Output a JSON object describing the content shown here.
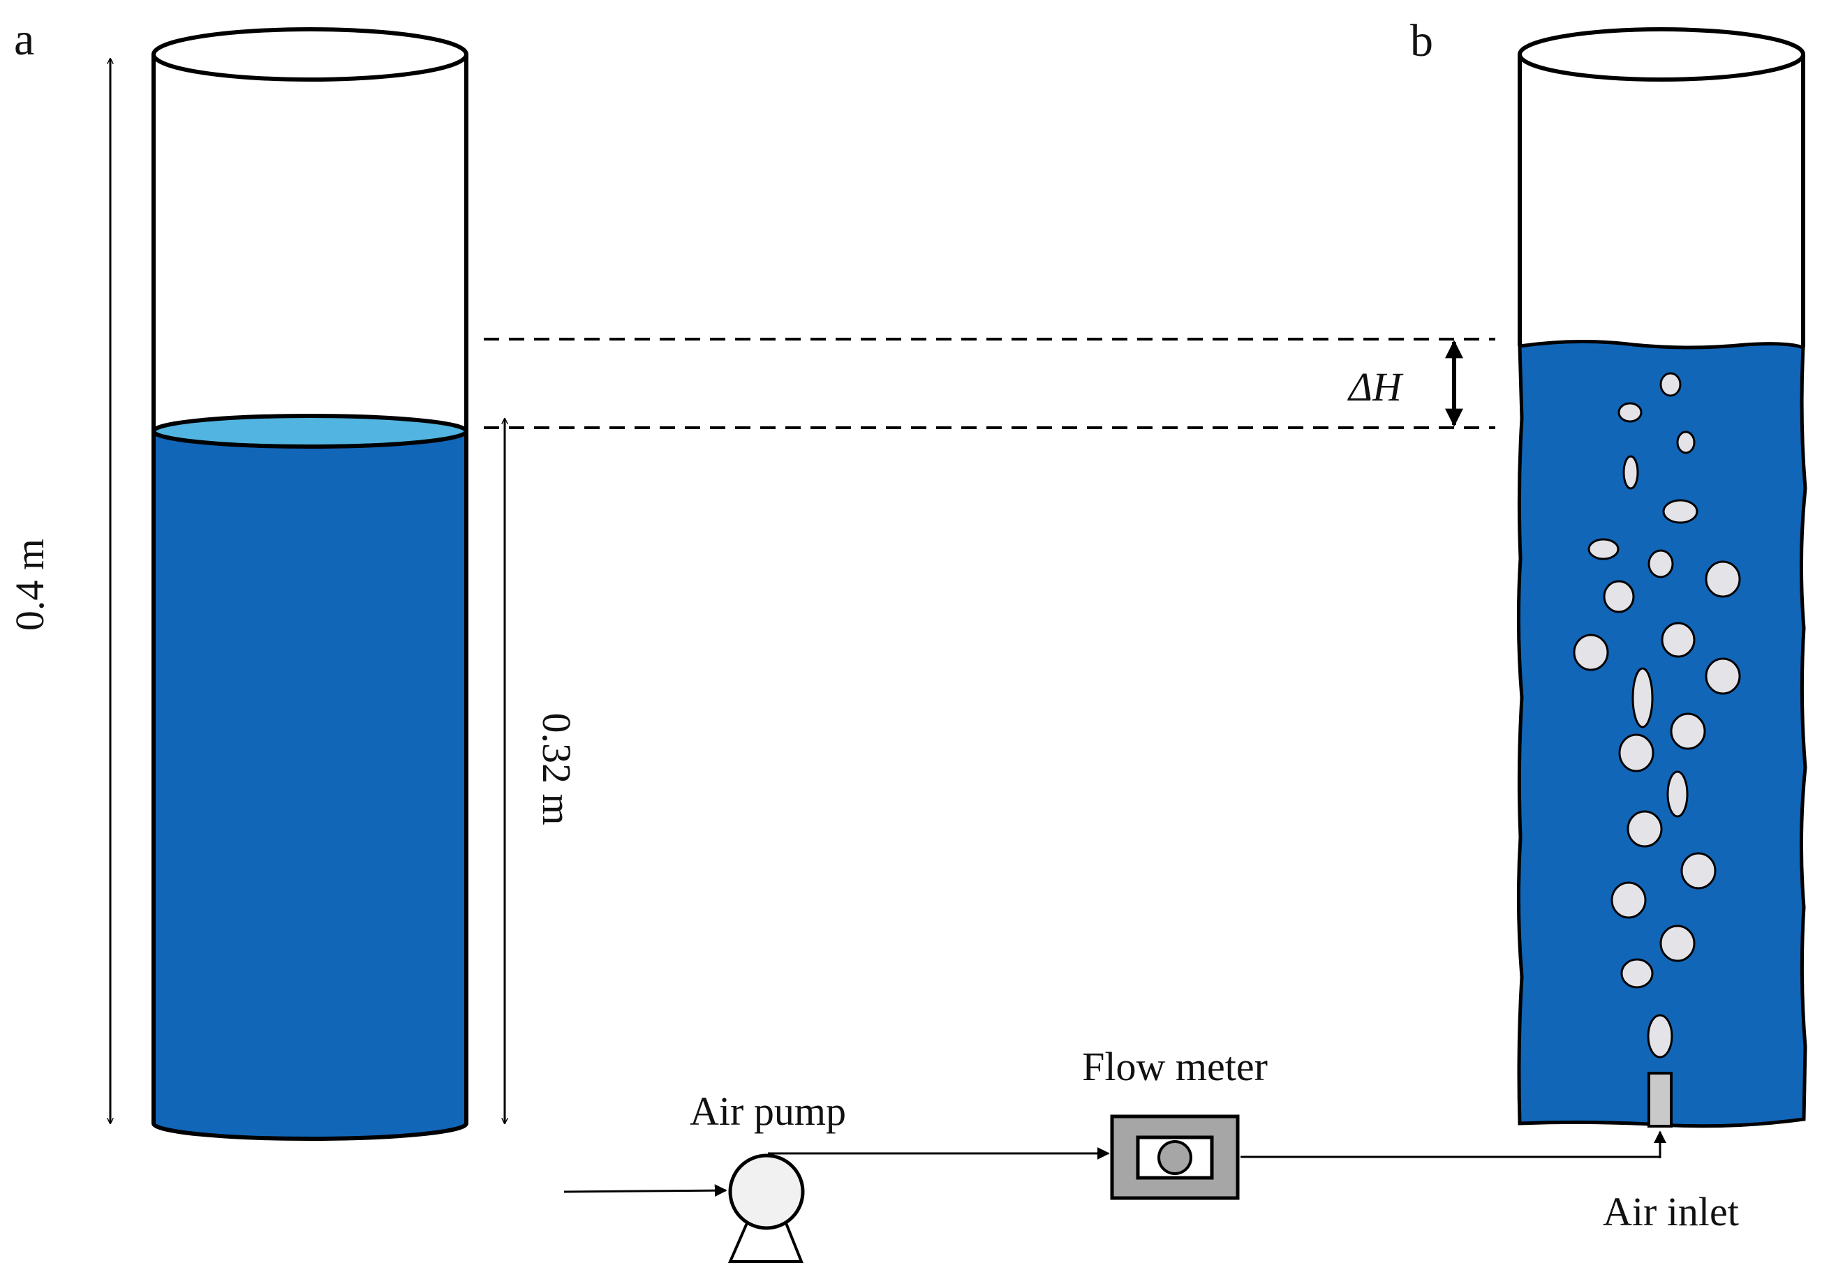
{
  "panels": {
    "a": "a",
    "b": "b"
  },
  "dimensions": {
    "total_height": "0.4 m",
    "liquid_height": "0.32 m",
    "delta_h": "ΔH"
  },
  "components": {
    "air_pump": "Air pump",
    "flow_meter": "Flow meter",
    "air_inlet": "Air inlet"
  },
  "colors": {
    "water": "#1266b8",
    "water_surface": "#52b4e0",
    "bubble": "#e4e4e8",
    "meter_body": "#a6a6a6",
    "pump_body": "#f1f1f1",
    "outline": "#000000"
  }
}
